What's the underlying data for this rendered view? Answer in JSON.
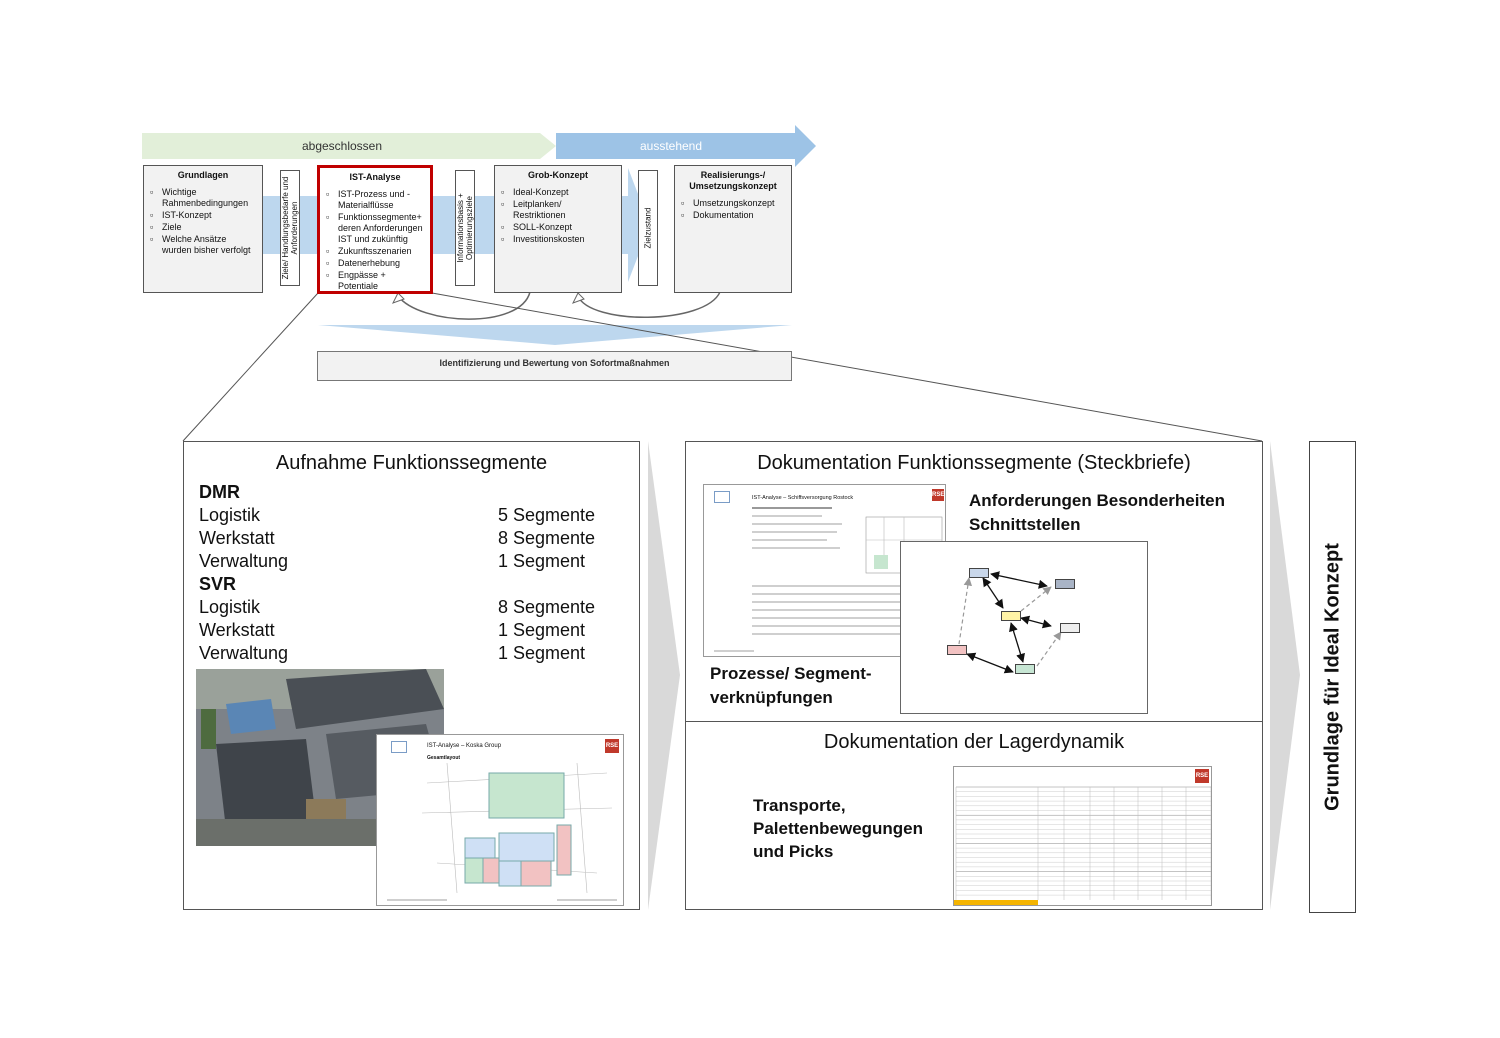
{
  "phases": {
    "done": "abgeschlossen",
    "pending": "ausstehend"
  },
  "steps": {
    "grundlagen": {
      "title": "Grundlagen",
      "items": [
        "Wichtige Rahmenbedingungen",
        "IST-Konzept",
        "Ziele",
        "Welche Ansätze wurden bisher verfolgt"
      ]
    },
    "ziele_box": "Ziele/ Handlungsbedarfe und Anforderungen",
    "ist": {
      "title": "IST-Analyse",
      "items": [
        "IST-Prozess und - Materialflüsse",
        "Funktionssegmente+ deren Anforderungen IST und zukünftig",
        "Zukunftsszenarien",
        "Datenerhebung",
        "Engpässe + Potentiale"
      ]
    },
    "info_box": "Informationsbasis + Optimierungsziele",
    "grob": {
      "title": "Grob-Konzept",
      "items": [
        "Ideal-Konzept",
        "Leitplanken/ Restriktionen",
        "SOLL-Konzept",
        "Investitionskosten"
      ]
    },
    "ziel_box": "Zielzustand",
    "real": {
      "title": "Realisierungs-/ Umsetzungskonzept",
      "items": [
        "Umsetzungskonzept",
        "Dokumentation"
      ]
    }
  },
  "sofort": "Identifizierung und Bewertung von Sofortmaßnahmen",
  "panel_left": {
    "title": "Aufnahme Funktionssegmente",
    "groups": [
      {
        "name": "DMR",
        "rows": [
          {
            "label": "Logistik",
            "value": "5 Segmente"
          },
          {
            "label": "Werkstatt",
            "value": "8 Segmente"
          },
          {
            "label": "Verwaltung",
            "value": "1 Segment"
          }
        ]
      },
      {
        "name": "SVR",
        "rows": [
          {
            "label": "Logistik",
            "value": "8 Segmente"
          },
          {
            "label": "Werkstatt",
            "value": "1 Segment"
          },
          {
            "label": "Verwaltung",
            "value": "1 Segment"
          }
        ]
      }
    ],
    "doc_title": "IST-Analyse – Koska Group",
    "doc_sub": "Gesamtlayout",
    "doc_logo": "RSE"
  },
  "panel_right_top": {
    "title": "Dokumentation Funktionssegmente (Steckbriefe)",
    "label_req": "Anforderungen Besonderheiten Schnittstellen",
    "label_proc_1": "Prozesse/ Segment-",
    "label_proc_2": "verknüpfungen",
    "doc_title": "IST-Analyse – Schiffsversorgung Rostock",
    "doc_logo": "RSE",
    "node_colors": [
      "#c9d7ea",
      "#a9b4c6",
      "#fff3a6",
      "#eeeeee",
      "#f2c2c2",
      "#c7e6d4"
    ]
  },
  "panel_right_bottom": {
    "title": "Dokumentation der Lagerdynamik",
    "label_1": "Transporte,",
    "label_2": "Palettenbewegungen",
    "label_3": "und Picks",
    "doc_logo": "RSE"
  },
  "final": "Grundlage für Ideal Konzept"
}
